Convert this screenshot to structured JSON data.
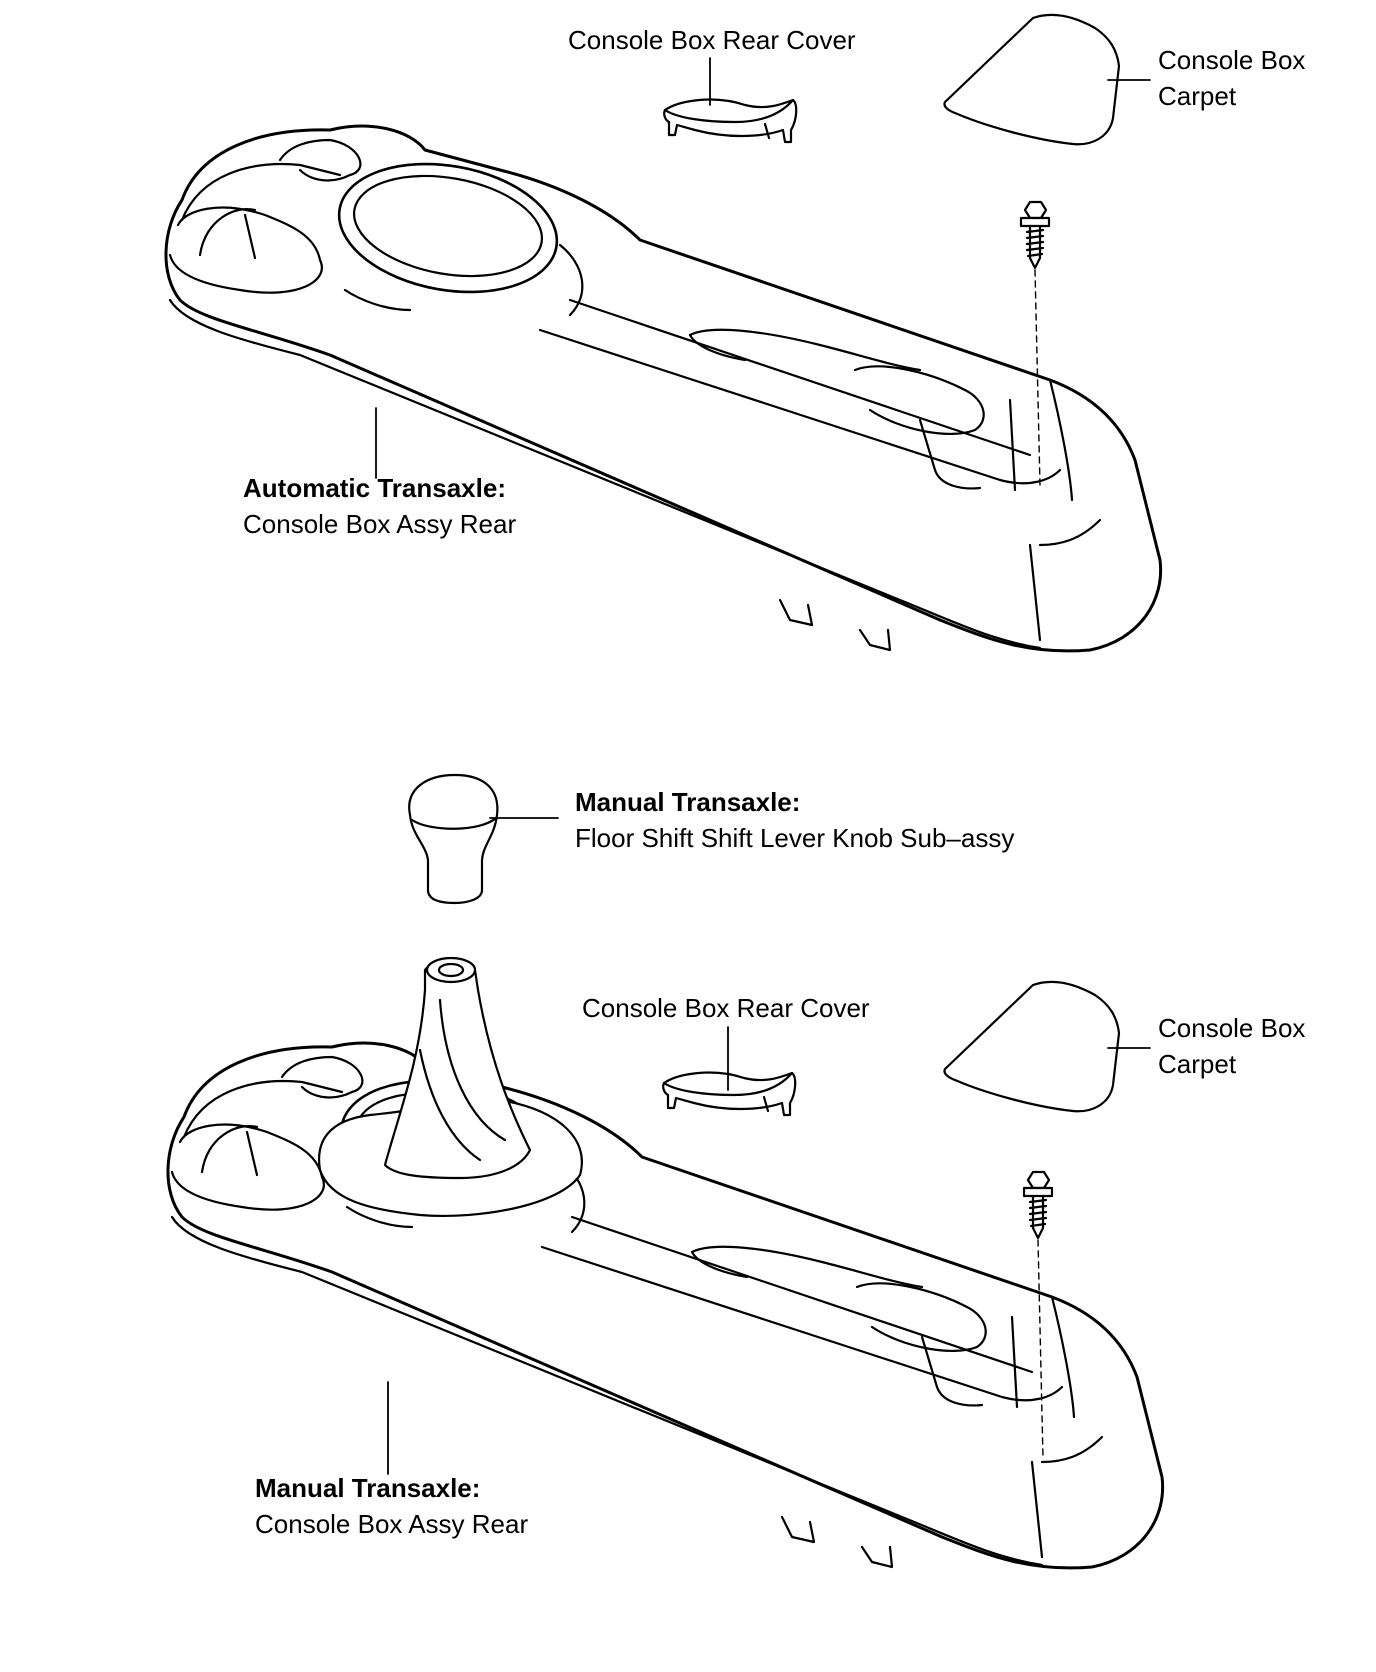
{
  "colors": {
    "line": "#000000",
    "background": "#ffffff"
  },
  "automatic_section": {
    "rear_cover_label": "Console Box Rear Cover",
    "carpet_label_line1": "Console Box",
    "carpet_label_line2": "Carpet",
    "assy_label_bold": "Automatic Transaxle:",
    "assy_label": "Console Box Assy Rear",
    "icons": [
      "console-box-rear-cover-icon",
      "console-box-carpet-icon",
      "screw-icon",
      "console-box-assy-rear-icon"
    ]
  },
  "manual_section": {
    "knob_label_bold": "Manual Transaxle:",
    "knob_label": "Floor Shift Shift Lever Knob Sub–assy",
    "rear_cover_label": "Console Box Rear Cover",
    "carpet_label_line1": "Console Box",
    "carpet_label_line2": "Carpet",
    "assy_label_bold": "Manual Transaxle:",
    "assy_label": "Console Box Assy Rear",
    "icons": [
      "shift-lever-knob-icon",
      "shift-boot-icon",
      "console-box-rear-cover-icon",
      "console-box-carpet-icon",
      "screw-icon",
      "console-box-assy-rear-icon"
    ]
  }
}
